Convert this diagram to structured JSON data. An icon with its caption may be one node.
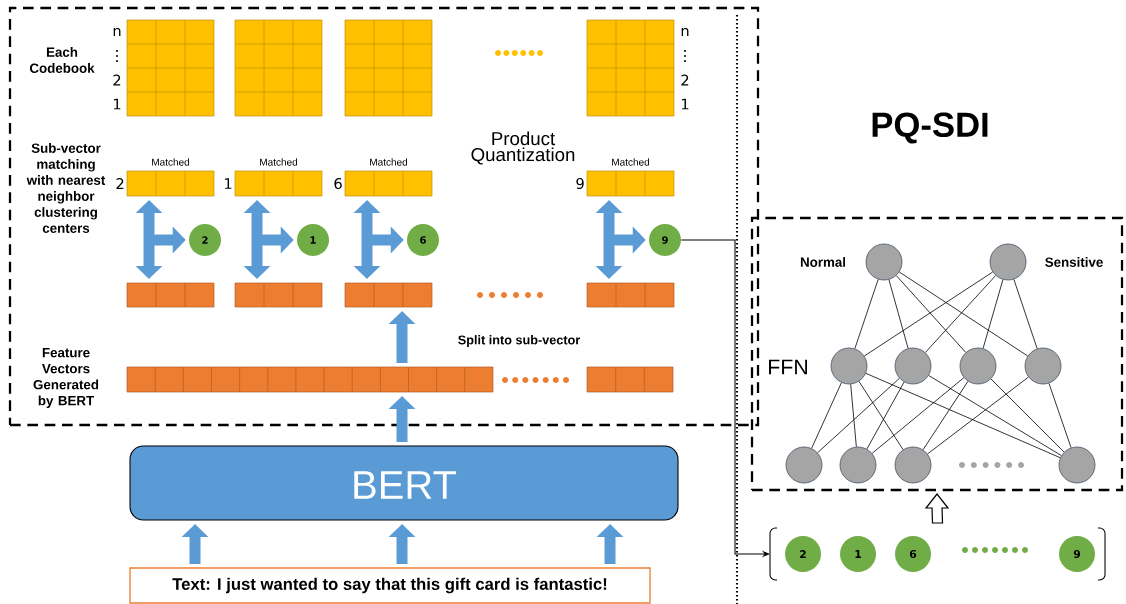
{
  "diagram": {
    "title": "PQ-SDI",
    "nodes": [
      {
        "text": [
          "Product Quantization"
        ]
      },
      {
        "text": [],
        "shape": "grid",
        "in": 0,
        "beside": [
          "n",
          "⋮",
          "2",
          "1"
        ]
      },
      {
        "text": [],
        "shape": "grid",
        "in": 0
      },
      {
        "text": [],
        "shape": "grid",
        "in": 0
      },
      {
        "text": [],
        "shape": "grid",
        "in": 0,
        "beside": [
          "n",
          "⋮",
          "2",
          "1"
        ]
      },
      {
        "text": [
          "Matched"
        ],
        "in": 0,
        "beside": [
          "2"
        ]
      },
      {
        "text": [
          "Matched"
        ],
        "in": 0,
        "beside": [
          "1"
        ]
      },
      {
        "text": [
          "Matched"
        ],
        "in": 0,
        "beside": [
          "6"
        ]
      },
      {
        "text": [
          "Matched"
        ],
        "in": 0,
        "beside": [
          "9"
        ]
      },
      {
        "text": [
          "2"
        ],
        "in": 0
      },
      {
        "text": [
          "1"
        ],
        "in": 0
      },
      {
        "text": [
          "6"
        ],
        "in": 0
      },
      {
        "text": [
          "9"
        ],
        "in": 0
      },
      {
        "text": [],
        "shape": "bar",
        "in": 0
      },
      {
        "text": [],
        "shape": "bar",
        "in": 0
      },
      {
        "text": [],
        "shape": "bar",
        "in": 0
      },
      {
        "text": [],
        "shape": "bar",
        "in": 0
      },
      {
        "text": [],
        "shape": "bar",
        "in": 0
      },
      {
        "text": [],
        "shape": "bar",
        "in": 0
      },
      {
        "text": [
          "BERT"
        ]
      },
      {
        "text": [
          "Text: I just wanted to say that this gift card is fantastic!"
        ]
      },
      {
        "text": [
          "FFN"
        ]
      },
      {
        "text": [],
        "shape": "circle",
        "in": 21,
        "beside": [
          "Normal"
        ]
      },
      {
        "text": [],
        "shape": "circle",
        "in": 21,
        "beside": [
          "Sensitive"
        ]
      },
      {
        "text": [],
        "shape": "circle",
        "in": 21
      },
      {
        "text": [],
        "shape": "circle",
        "in": 21
      },
      {
        "text": [],
        "shape": "circle",
        "in": 21
      },
      {
        "text": [],
        "shape": "circle",
        "in": 21
      },
      {
        "text": [],
        "shape": "circle",
        "in": 21
      },
      {
        "text": [],
        "shape": "circle",
        "in": 21
      },
      {
        "text": [],
        "shape": "circle",
        "in": 21
      },
      {
        "text": [],
        "shape": "circle",
        "in": 21
      },
      {
        "text": [],
        "shape": "bracket"
      },
      {
        "text": [
          "2"
        ],
        "in": 32
      },
      {
        "text": [
          "1"
        ],
        "in": 32
      },
      {
        "text": [
          "6"
        ],
        "in": 32
      },
      {
        "text": [
          "9"
        ],
        "in": 32
      }
    ],
    "edges": [
      {
        "from": 13,
        "to": 5,
        "arrow": "both",
        "style": "thick",
        "color": "#5b9bd5"
      },
      {
        "from": null,
        "to": 9,
        "arrow": "to",
        "style": "thick",
        "color": "#5b9bd5"
      },
      {
        "from": 14,
        "to": 6,
        "arrow": "both",
        "style": "thick",
        "color": "#5b9bd5"
      },
      {
        "from": null,
        "to": 10,
        "arrow": "to",
        "style": "thick",
        "color": "#5b9bd5"
      },
      {
        "from": 15,
        "to": 7,
        "arrow": "both",
        "style": "thick",
        "color": "#5b9bd5"
      },
      {
        "from": null,
        "to": 11,
        "arrow": "to",
        "style": "thick",
        "color": "#5b9bd5"
      },
      {
        "from": 16,
        "to": 8,
        "arrow": "both",
        "style": "thick",
        "color": "#5b9bd5"
      },
      {
        "from": null,
        "to": 12,
        "arrow": "to",
        "style": "thick",
        "color": "#5b9bd5"
      },
      {
        "from": 17,
        "to": 15,
        "arrow": "to",
        "label": "Split into sub-vector",
        "style": "thick",
        "color": "#5b9bd5"
      },
      {
        "from": 19,
        "to": 17,
        "arrow": "to",
        "style": "thick",
        "color": "#5b9bd5"
      },
      {
        "from": 20,
        "to": 19,
        "arrow": "to",
        "style": "thick",
        "color": "#5b9bd5"
      },
      {
        "from": 20,
        "to": 19,
        "arrow": "to",
        "style": "thick",
        "color": "#5b9bd5"
      },
      {
        "from": 20,
        "to": 19,
        "arrow": "to",
        "style": "thick",
        "color": "#5b9bd5"
      },
      {
        "from": 12,
        "to": 32,
        "arrow": "to"
      },
      {
        "from": 32,
        "to": 21,
        "arrow": "to",
        "style": "thick"
      },
      {
        "from": 22,
        "to": 24,
        "arrow": "none"
      },
      {
        "from": 22,
        "to": 25,
        "arrow": "none"
      },
      {
        "from": 22,
        "to": 26,
        "arrow": "none"
      },
      {
        "from": 22,
        "to": 27,
        "arrow": "none"
      },
      {
        "from": 23,
        "to": 24,
        "arrow": "none"
      },
      {
        "from": 23,
        "to": 25,
        "arrow": "none"
      },
      {
        "from": 23,
        "to": 26,
        "arrow": "none"
      },
      {
        "from": 23,
        "to": 27,
        "arrow": "none"
      },
      {
        "from": 24,
        "to": 28,
        "arrow": "none"
      },
      {
        "from": 24,
        "to": 29,
        "arrow": "none"
      },
      {
        "from": 24,
        "to": 30,
        "arrow": "none"
      },
      {
        "from": 24,
        "to": 31,
        "arrow": "none"
      },
      {
        "from": 25,
        "to": 28,
        "arrow": "none"
      },
      {
        "from": 25,
        "to": 29,
        "arrow": "none"
      },
      {
        "from": 25,
        "to": 31,
        "arrow": "none"
      },
      {
        "from": 26,
        "to": 29,
        "arrow": "none"
      },
      {
        "from": 26,
        "to": 30,
        "arrow": "none"
      },
      {
        "from": 26,
        "to": 31,
        "arrow": "none"
      },
      {
        "from": 27,
        "to": 30,
        "arrow": "none"
      },
      {
        "from": 27,
        "to": 31,
        "arrow": "none"
      }
    ],
    "labels": [
      "Each Codebook",
      "Sub-vector matching with nearest neighbor clustering centers",
      "Feature Vectors Generated by BERT"
    ]
  }
}
